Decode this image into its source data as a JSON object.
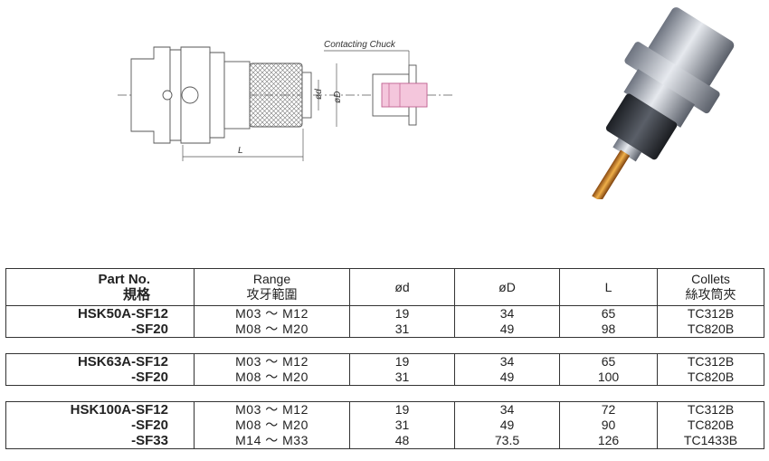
{
  "diagram": {
    "callout": "Contacting Chuck",
    "dim_d": "ød",
    "dim_D": "øD",
    "dim_L": "L"
  },
  "table": {
    "headers": {
      "part_no_en": "Part No.",
      "part_no_zh": "規格",
      "range_en": "Range",
      "range_zh": "攻牙範圍",
      "od": "ød",
      "oD": "øD",
      "L": "L",
      "collets_en": "Collets",
      "collets_zh": "絲攻筒夾"
    },
    "groups": [
      {
        "rows": [
          {
            "part": "HSK50A-SF12",
            "range": "M03 ～ M12",
            "od": "19",
            "oD": "34",
            "L": "65",
            "collet": "TC312B"
          },
          {
            "part": "-SF20",
            "range": "M08 ～ M20",
            "od": "31",
            "oD": "49",
            "L": "98",
            "collet": "TC820B"
          }
        ]
      },
      {
        "rows": [
          {
            "part": "HSK63A-SF12",
            "range": "M03 ～ M12",
            "od": "19",
            "oD": "34",
            "L": "65",
            "collet": "TC312B"
          },
          {
            "part": "-SF20",
            "range": "M08 ～ M20",
            "od": "31",
            "oD": "49",
            "L": "100",
            "collet": "TC820B"
          }
        ]
      },
      {
        "rows": [
          {
            "part": "HSK100A-SF12",
            "range": "M03 ～ M12",
            "od": "19",
            "oD": "34",
            "L": "72",
            "collet": "TC312B"
          },
          {
            "part": "-SF20",
            "range": "M08 ～ M20",
            "od": "31",
            "oD": "49",
            "L": "90",
            "collet": "TC820B"
          },
          {
            "part": "-SF33",
            "range": "M14 ～ M33",
            "od": "48",
            "oD": "73.5",
            "L": "126",
            "collet": "TC1433B"
          }
        ]
      }
    ]
  }
}
